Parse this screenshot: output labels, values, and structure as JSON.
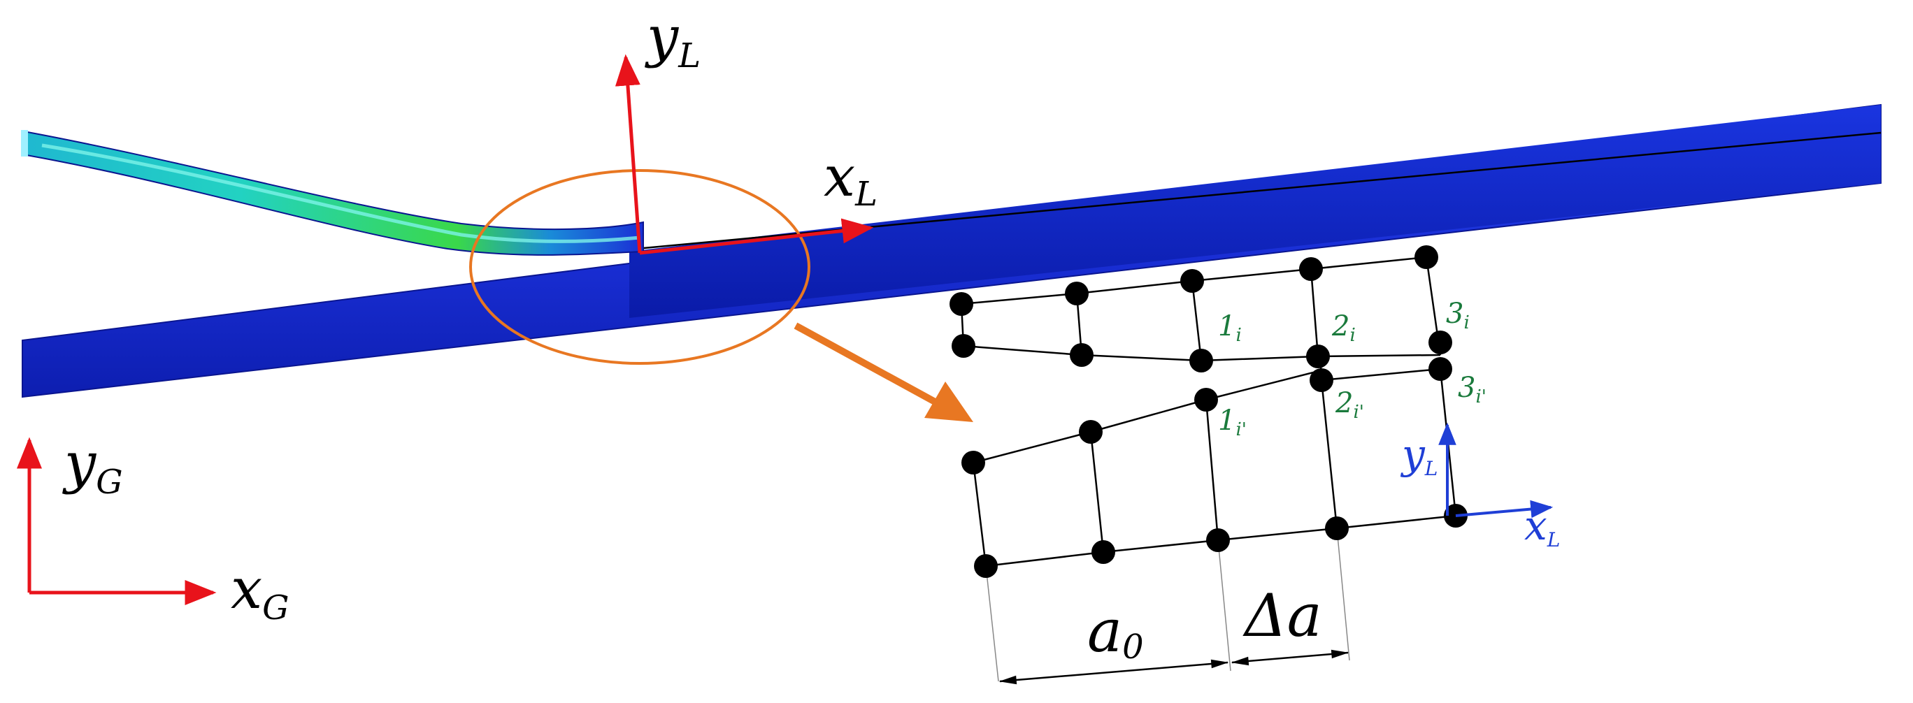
{
  "colors": {
    "beam_blue": "#1a2fd6",
    "beam_dark": "#0a1ba8",
    "stress_cyan": "#2ad2c8",
    "stress_green": "#3ad84a",
    "axis_red": "#e8131b",
    "ellipse_orange": "#e87722",
    "arrow_orange": "#e87722",
    "node_black": "#000000",
    "label_green": "#1a7a3c",
    "local_axis_blue": "#1f3fd6"
  },
  "global_axes": {
    "x": {
      "main": "x",
      "sub": "G"
    },
    "y": {
      "main": "y",
      "sub": "G"
    }
  },
  "local_axes_large": {
    "x": {
      "main": "x",
      "sub": "L"
    },
    "y": {
      "main": "y",
      "sub": "L"
    }
  },
  "local_axes_small": {
    "x": {
      "main": "x",
      "sub": "L"
    },
    "y": {
      "main": "y",
      "sub": "L"
    }
  },
  "node_labels": [
    {
      "main": "1",
      "sub": "i"
    },
    {
      "main": "2",
      "sub": "i"
    },
    {
      "main": "3",
      "sub": "i"
    },
    {
      "main": "1",
      "sub": "i'"
    },
    {
      "main": "2",
      "sub": "i'"
    },
    {
      "main": "3",
      "sub": "i'"
    }
  ],
  "dimensions": {
    "a0": {
      "main": "a",
      "sub": "0"
    },
    "delta_a": "Δa"
  },
  "icons": {
    "zoom_arrow": "arrow-right-down-icon",
    "axis_arrow": "arrow-icon"
  }
}
